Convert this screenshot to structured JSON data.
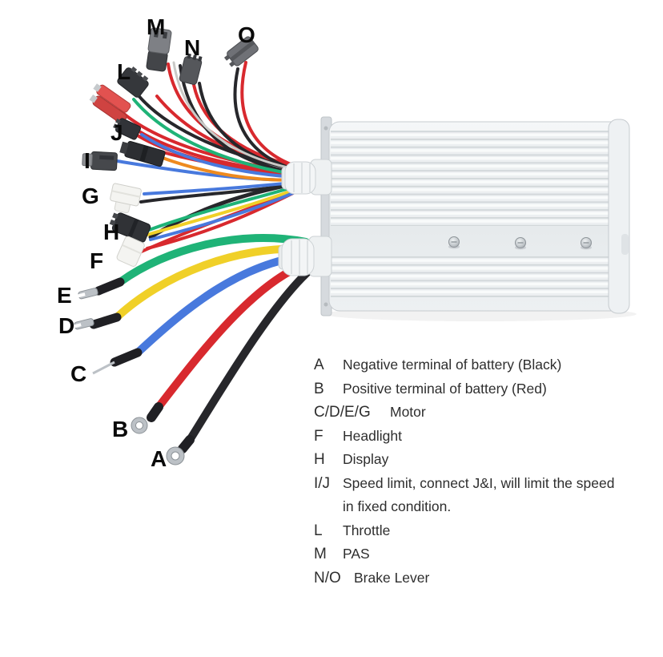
{
  "labels": {
    "A": "A",
    "B": "B",
    "C": "C",
    "D": "D",
    "E": "E",
    "F": "F",
    "G": "G",
    "H": "H",
    "I": "I",
    "J": "J",
    "L": "L",
    "M": "M",
    "N": "N",
    "O": "O"
  },
  "legend": [
    {
      "key": "A",
      "desc": "Negative terminal of battery (Black)"
    },
    {
      "key": "B",
      "desc": "Positive terminal of battery (Red)"
    },
    {
      "key": "C/D/E/G",
      "desc": "Motor"
    },
    {
      "key": "F",
      "desc": "Headlight"
    },
    {
      "key": "H",
      "desc": "Display"
    },
    {
      "key": "I/J",
      "desc": "Speed limit, connect J&I, will limit the speed",
      "desc2": "in fixed condition."
    },
    {
      "key": "L",
      "desc": "Throttle"
    },
    {
      "key": "M",
      "desc": "PAS"
    },
    {
      "key": "N/O",
      "desc": "Brake Lever"
    }
  ],
  "palette": {
    "red": "#d8292e",
    "black": "#27272b",
    "green": "#1fb377",
    "yellow": "#f0d028",
    "blue": "#4879dd",
    "orange": "#ee8a1f",
    "white_wire": "#c9c9c6",
    "crimp": "#202024",
    "silver": "#bcc1c6",
    "connector_dark": "#35373b",
    "connector_grey": "#7e8085",
    "connector_white": "#f4f4f1",
    "connector_red": "#e25250",
    "controller_silver": "#eceff1"
  }
}
